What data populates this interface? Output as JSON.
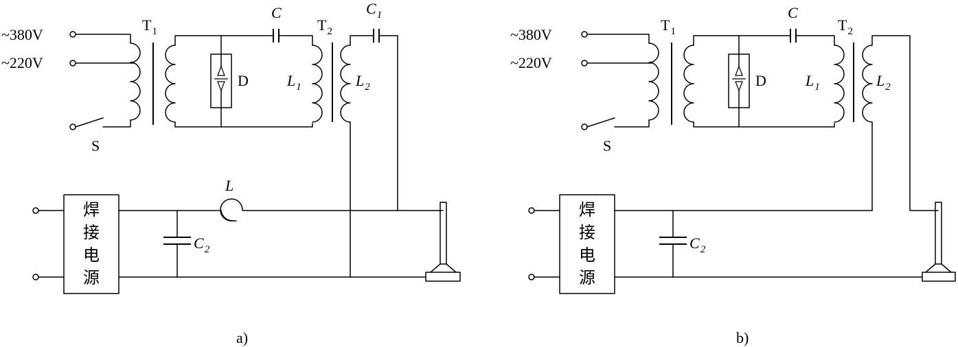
{
  "labels": {
    "v380": "~380V",
    "v220": "~220V",
    "t1": "T",
    "t1_sub": "1",
    "t2": "T",
    "t2_sub": "2",
    "c": "C",
    "c1": "C",
    "c1_sub": "1",
    "c2": "C",
    "c2_sub": "2",
    "l": "L",
    "l1": "L",
    "l1_sub": "1",
    "l2": "L",
    "l2_sub": "2",
    "d": "D",
    "s": "S",
    "power_source": [
      "焊",
      "接",
      "电",
      "源"
    ]
  },
  "captions": {
    "a": "a)",
    "b": "b)"
  }
}
